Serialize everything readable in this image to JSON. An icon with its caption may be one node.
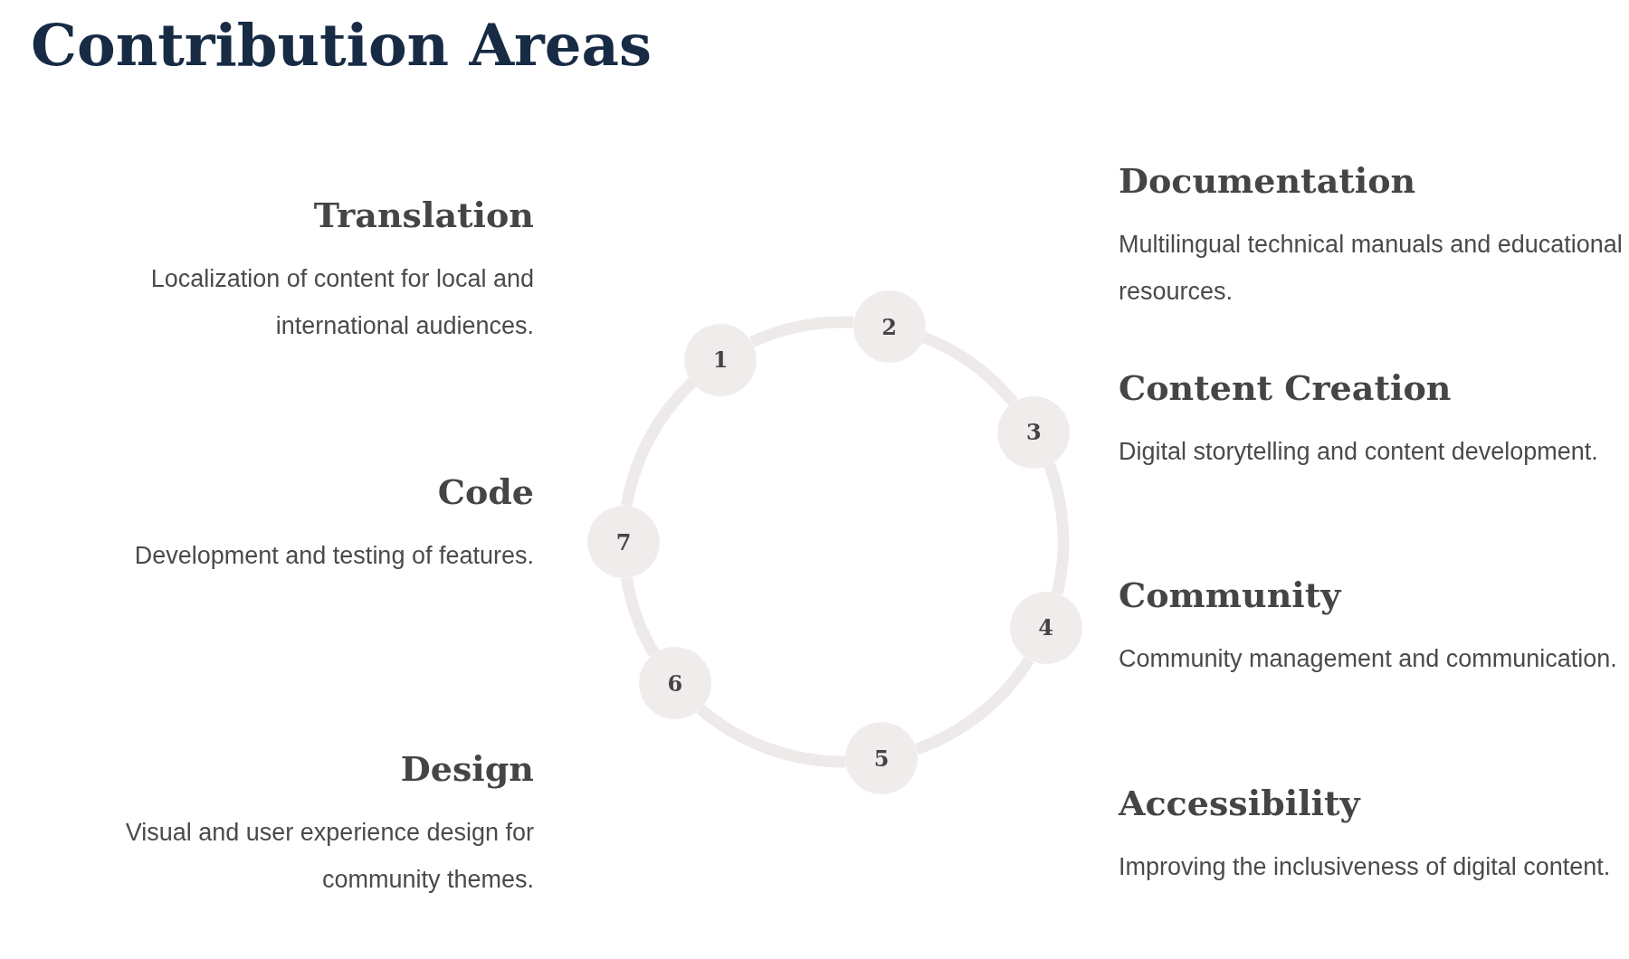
{
  "diagram": {
    "title": "Contribution Areas",
    "nodes": [
      {
        "text": [
          "1"
        ]
      },
      {
        "text": [
          "2"
        ]
      },
      {
        "text": [
          "3"
        ]
      },
      {
        "text": [
          "4"
        ]
      },
      {
        "text": [
          "5"
        ]
      },
      {
        "text": [
          "6"
        ]
      },
      {
        "text": [
          "7"
        ]
      }
    ],
    "edges": [
      {
        "from": 0,
        "to": 1,
        "arrow": "none"
      },
      {
        "from": 1,
        "to": 2,
        "arrow": "none"
      },
      {
        "from": 2,
        "to": 3,
        "arrow": "none"
      },
      {
        "from": 3,
        "to": 4,
        "arrow": "none"
      },
      {
        "from": 4,
        "to": 5,
        "arrow": "none"
      },
      {
        "from": 5,
        "to": 6,
        "arrow": "none"
      },
      {
        "from": 6,
        "to": 0,
        "arrow": "none"
      }
    ],
    "labels": [
      "Translation",
      "Localization of content for local and international audiences.",
      "Code",
      "Development and testing of features.",
      "Design",
      "Visual and user experience design for community themes.",
      "Documentation",
      "Multilingual technical manuals and educational resources.",
      "Content Creation",
      "Digital storytelling and content development.",
      "Community",
      "Community management and communication.",
      "Accessibility",
      "Improving the inclusiveness of digital content."
    ]
  }
}
